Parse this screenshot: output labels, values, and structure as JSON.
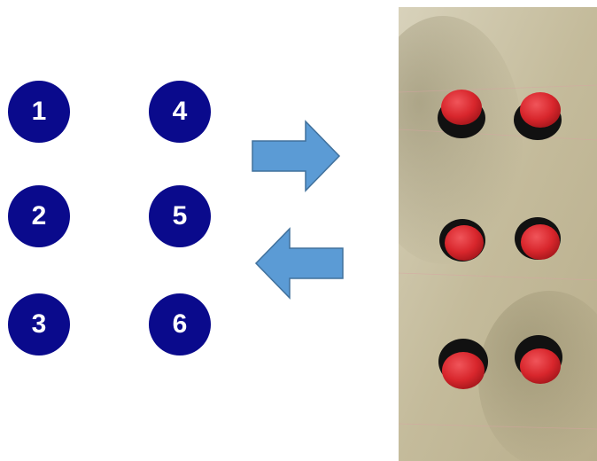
{
  "dots": [
    {
      "label": "1"
    },
    {
      "label": "2"
    },
    {
      "label": "3"
    },
    {
      "label": "4"
    },
    {
      "label": "5"
    },
    {
      "label": "6"
    }
  ],
  "colors": {
    "dot_fill": "#0a0a8c",
    "dot_text": "#ffffff",
    "arrow_fill": "#5b9bd5",
    "arrow_stroke": "#41719c",
    "button_red": "#d8262c",
    "button_base": "#111111",
    "board": "#c9c1a3"
  },
  "icons": {
    "arrow_right": "arrow-right-icon",
    "arrow_left": "arrow-left-icon"
  }
}
